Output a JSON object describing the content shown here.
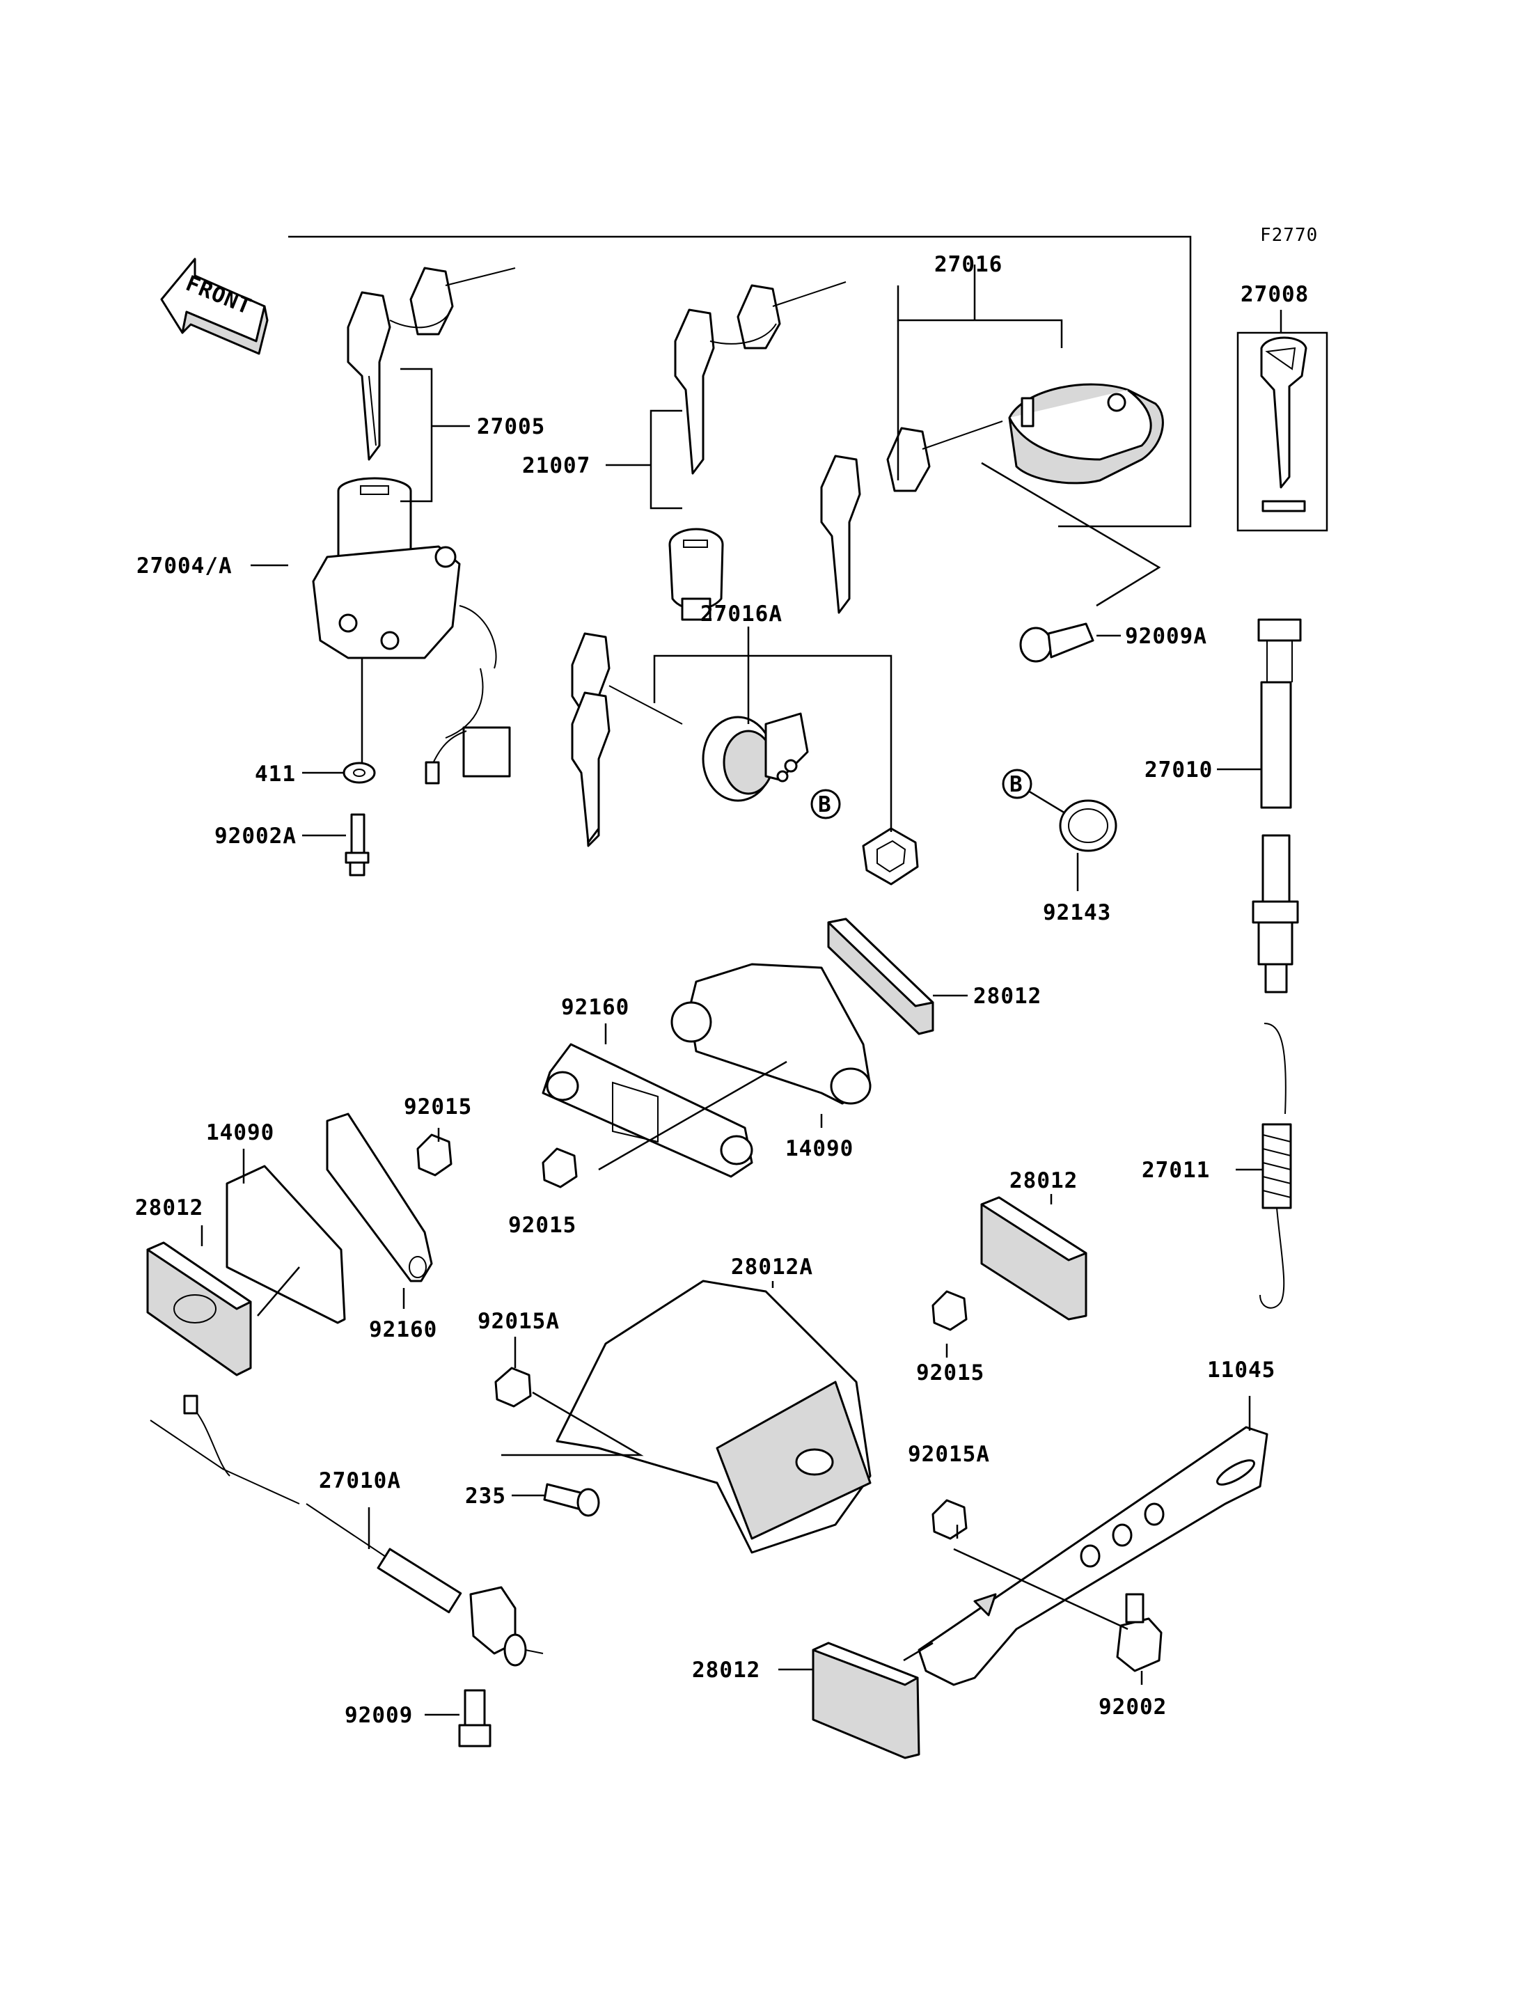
{
  "figure_code": "F2770",
  "front_label": "FRONT",
  "part_labels": [
    {
      "id": "p27016",
      "text": "27016"
    },
    {
      "id": "p27008",
      "text": "27008"
    },
    {
      "id": "p27005",
      "text": "27005"
    },
    {
      "id": "p21007",
      "text": "21007"
    },
    {
      "id": "p27004A",
      "text": "27004/A"
    },
    {
      "id": "p27016A",
      "text": "27016A"
    },
    {
      "id": "p92009A",
      "text": "92009A"
    },
    {
      "id": "p411",
      "text": "411"
    },
    {
      "id": "p92002A",
      "text": "92002A"
    },
    {
      "id": "p27010",
      "text": "27010"
    },
    {
      "id": "p92143",
      "text": "92143"
    },
    {
      "id": "p28012a",
      "text": "28012"
    },
    {
      "id": "p92160a",
      "text": "92160"
    },
    {
      "id": "p14090a",
      "text": "14090"
    },
    {
      "id": "p92015a",
      "text": "92015"
    },
    {
      "id": "p92015b",
      "text": "92015"
    },
    {
      "id": "p14090b",
      "text": "14090"
    },
    {
      "id": "p28012b",
      "text": "28012"
    },
    {
      "id": "p92160b",
      "text": "92160"
    },
    {
      "id": "p27011",
      "text": "27011"
    },
    {
      "id": "p28012c",
      "text": "28012"
    },
    {
      "id": "p28012A",
      "text": "28012A"
    },
    {
      "id": "p92015A1",
      "text": "92015A"
    },
    {
      "id": "p92015c",
      "text": "92015"
    },
    {
      "id": "p11045",
      "text": "11045"
    },
    {
      "id": "p27010A",
      "text": "27010A"
    },
    {
      "id": "p235",
      "text": "235"
    },
    {
      "id": "p92015A2",
      "text": "92015A"
    },
    {
      "id": "p28012d",
      "text": "28012"
    },
    {
      "id": "p92002",
      "text": "92002"
    },
    {
      "id": "p92009",
      "text": "92009"
    }
  ],
  "reference_marks": [
    {
      "id": "b1",
      "text": "B"
    },
    {
      "id": "b2",
      "text": "B"
    }
  ],
  "icons": {
    "front_arrow": "front-arrow-icon"
  }
}
